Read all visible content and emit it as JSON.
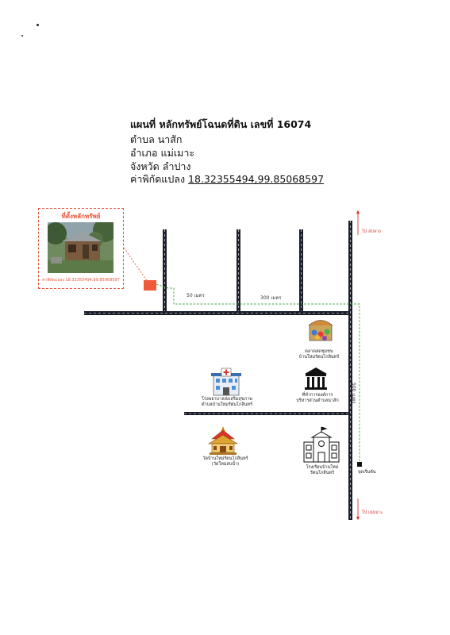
{
  "header": {
    "title": "แผนที่ หลักทรัพย์โฉนดที่ดิน เลขที่ 16074",
    "subdistrict": "ตำบล  นาสัก",
    "district": "อำเภอ  แม่เมาะ",
    "province": "จังหวัด ลำปาง",
    "coord_label": "ค่าพิกัดแปลง",
    "coord_value": "18.32355494,99.85068597"
  },
  "inset": {
    "title": "ที่ตั้งหลักทรัพย์",
    "coord_text": "ค่าพิกัดแปลง  18.32355494,99.85068597"
  },
  "distances": {
    "d1": "50 เมตร",
    "d2": "300 เมตร",
    "d3": "500 เมตร"
  },
  "directions": {
    "north": "ไป สบจาง",
    "south": "ไป แม่เมาะ",
    "start": "จุดเริ่มต้น"
  },
  "landmarks": {
    "market": [
      "ตลาดสดชุมชน",
      "บ้านใหม่รัตนโกสินทร์"
    ],
    "hospital": [
      "โรงพยาบาลส่งเสริมสุขภาพ",
      "ตำบลบ้านใหม่รัตนโกสินทร์"
    ],
    "office": [
      "ที่ทำการองค์การ",
      "บริหารส่วนตำบลนาสัก"
    ],
    "temple": [
      "วัดบ้านใหม่รัตนโกสินทร์",
      "(วัดใหม่สบน้ำ)"
    ],
    "school": [
      "โรงเรียนบ้านใหม่",
      "รัตนโกสินทร์"
    ]
  },
  "colors": {
    "accent": "#e8553a",
    "route": "#3aa63a",
    "road": "#1b1f2b"
  }
}
